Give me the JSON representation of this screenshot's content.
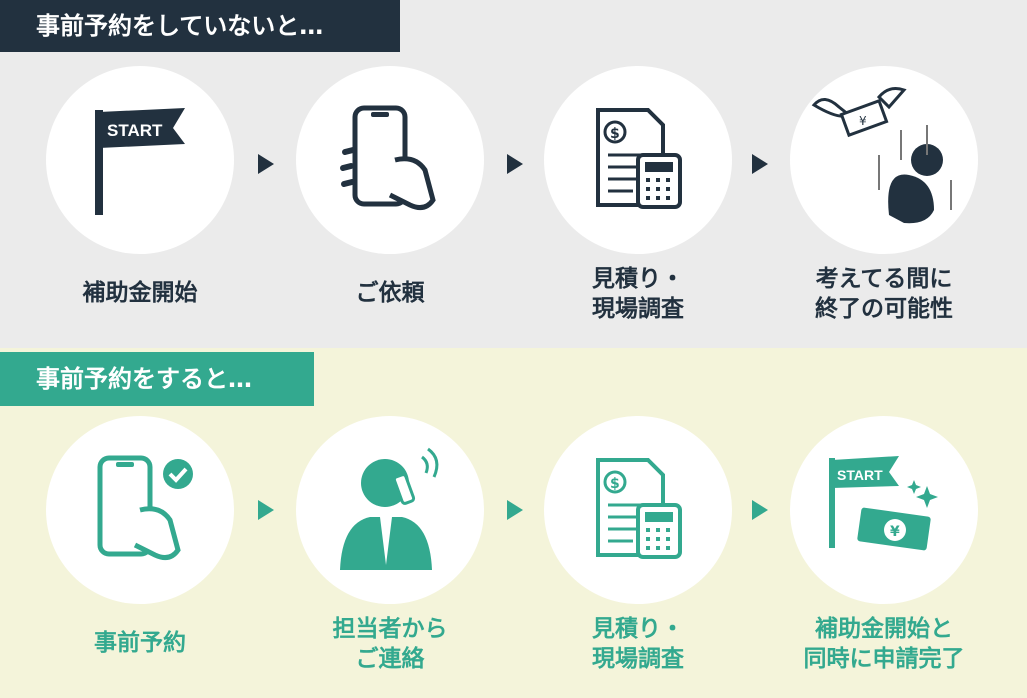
{
  "without": {
    "title": "事前予約をしていないと…",
    "steps": [
      {
        "line1": "補助金開始",
        "line2": "",
        "icon": "start-flag-icon",
        "flag_text": "START"
      },
      {
        "line1": "ご依頼",
        "line2": "",
        "icon": "smartphone-hand-icon"
      },
      {
        "line1": "見積り・",
        "line2": "現場調査",
        "icon": "invoice-calculator-icon"
      },
      {
        "line1": "考えてる間に",
        "line2": "終了の可能性",
        "icon": "flying-money-sad-person-icon"
      }
    ]
  },
  "with": {
    "title": "事前予約をすると…",
    "steps": [
      {
        "line1": "事前予約",
        "line2": "",
        "icon": "smartphone-check-icon"
      },
      {
        "line1": "担当者から",
        "line2": "ご連絡",
        "icon": "person-phone-call-icon"
      },
      {
        "line1": "見積り・",
        "line2": "現場調査",
        "icon": "invoice-calculator-icon"
      },
      {
        "line1": "補助金開始と",
        "line2": "同時に申請完了",
        "icon": "start-flag-money-icon",
        "flag_text": "START"
      }
    ]
  },
  "colors": {
    "dark": "#22313f",
    "teal": "#33a98f",
    "gray_bg": "#ebebeb",
    "cream_bg": "#f4f4da"
  }
}
